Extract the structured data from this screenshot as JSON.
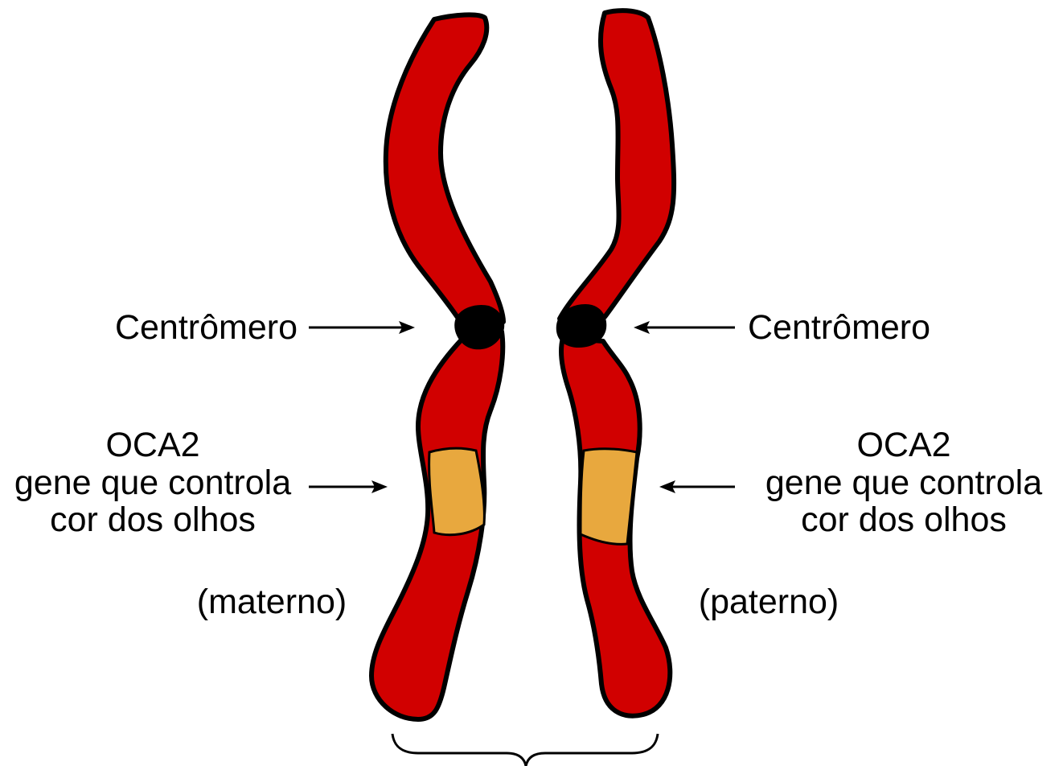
{
  "labels": {
    "centromere_left": "Centrômero",
    "centromere_right": "Centrômero",
    "gene_left": {
      "line1": "OCA2",
      "line2": "gene que controla",
      "line3": "cor dos olhos"
    },
    "gene_right": {
      "line1": "OCA2",
      "line2": "gene que controla",
      "line3": "cor dos olhos"
    },
    "maternal": "(materno)",
    "paternal": "(paterno)"
  },
  "colors": {
    "chromosome": "#d10000",
    "gene_band": "#e8a83e",
    "centromere": "#000000",
    "outline": "#000000"
  }
}
